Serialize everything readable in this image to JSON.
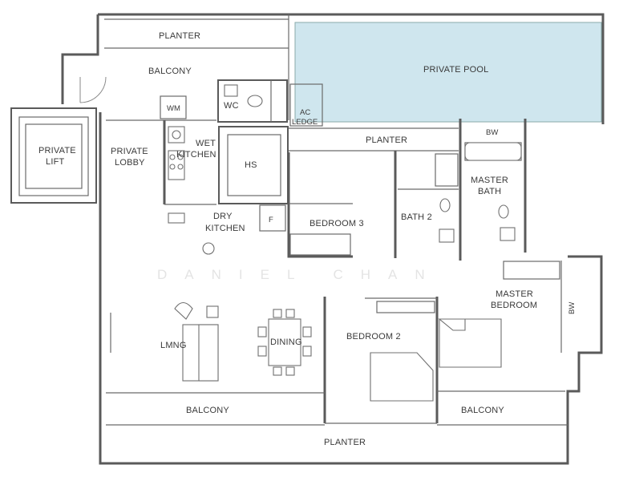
{
  "labels": {
    "planter_top": "PLANTER",
    "balcony_top": "BALCONY",
    "private_pool": "PRIVATE POOL",
    "wm": "WM",
    "wc": "WC",
    "ac": "AC",
    "ledge": "LEDGE",
    "planter_mid": "PLANTER",
    "bw_top": "BW",
    "master": "MASTER",
    "bath": "BATH",
    "private": "PRIVATE",
    "lift": "LIFT",
    "private2": "PRIVATE",
    "lobby": "LOBBY",
    "wet": "WET",
    "kitchen": "KITCHEN",
    "hs": "HS",
    "dry": "DRY",
    "kitchen2": "KITCHEN",
    "f": "F",
    "bedroom3": "BEDROOM 3",
    "bath2": "BATH 2",
    "watermark": "DANIEL CHAN",
    "master2": "MASTER",
    "bedroom": "BEDROOM",
    "bw_side": "BW",
    "living": "LMNG",
    "dining": "DINING",
    "bedroom2": "BEDROOM 2",
    "balcony_left": "BALCONY",
    "balcony_right": "BALCONY",
    "planter_bottom": "PLANTER"
  },
  "colors": {
    "pool": "#cfe6ee",
    "wall": "#5a5a5a"
  }
}
